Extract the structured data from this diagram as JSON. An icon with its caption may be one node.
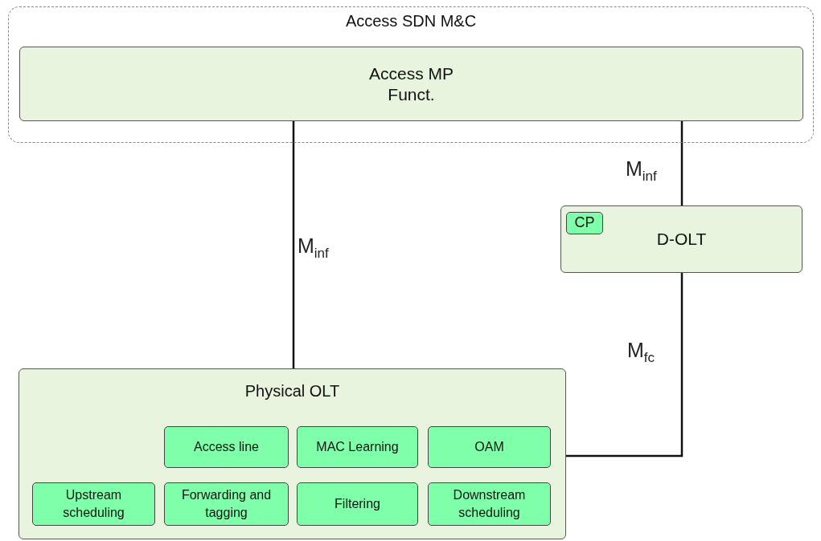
{
  "diagram": {
    "nodes": [
      {
        "text": [
          "Access SDN M&C"
        ]
      },
      {
        "text": [
          "Access MP Funct."
        ],
        "in": 0
      },
      {
        "text": [
          "D-OLT"
        ]
      },
      {
        "text": [
          "CP"
        ],
        "in": 2
      },
      {
        "text": [
          "Physical OLT"
        ]
      },
      {
        "text": [
          "Access line"
        ],
        "in": 4
      },
      {
        "text": [
          "MAC Learning"
        ],
        "in": 4
      },
      {
        "text": [
          "OAM"
        ],
        "in": 4
      },
      {
        "text": [
          "Upstream scheduling"
        ],
        "in": 4
      },
      {
        "text": [
          "Forwarding and tagging"
        ],
        "in": 4
      },
      {
        "text": [
          "Filtering"
        ],
        "in": 4
      },
      {
        "text": [
          "Downstream scheduling"
        ],
        "in": 4
      }
    ],
    "edges": [
      {
        "from": 1,
        "to": 4,
        "arrow": "none",
        "label": "M$_{inf}$"
      },
      {
        "from": 1,
        "to": 2,
        "arrow": "none",
        "label": "M$_{inf}$"
      },
      {
        "from": 2,
        "to": 4,
        "arrow": "none",
        "label": "M$_{fc}$"
      }
    ]
  }
}
